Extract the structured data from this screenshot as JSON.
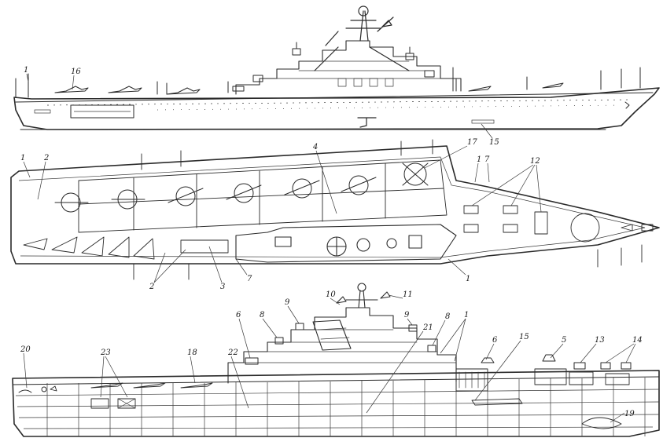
{
  "colors": {
    "ink": "#2a2a2a",
    "paper": "#ffffff"
  },
  "callouts": {
    "side": {
      "c1": "1",
      "c16": "16",
      "c15": "15"
    },
    "plan": {
      "c1a": "1",
      "c2a": "2",
      "c4": "4",
      "c17": "17",
      "c1b": "1",
      "c7a": "7",
      "c12": "12",
      "c2b": "2",
      "c3": "3",
      "c7b": "7",
      "c1c": "1"
    },
    "section": {
      "c20": "20",
      "c23": "23",
      "c18": "18",
      "c22": "22",
      "c6a": "6",
      "c8a": "8",
      "c9a": "9",
      "c10": "10",
      "c11": "11",
      "c9b": "9",
      "c21": "21",
      "c8b": "8",
      "c1": "1",
      "c6b": "6",
      "c15": "15",
      "c5": "5",
      "c13": "13",
      "c14": "14",
      "c19": "19"
    }
  }
}
